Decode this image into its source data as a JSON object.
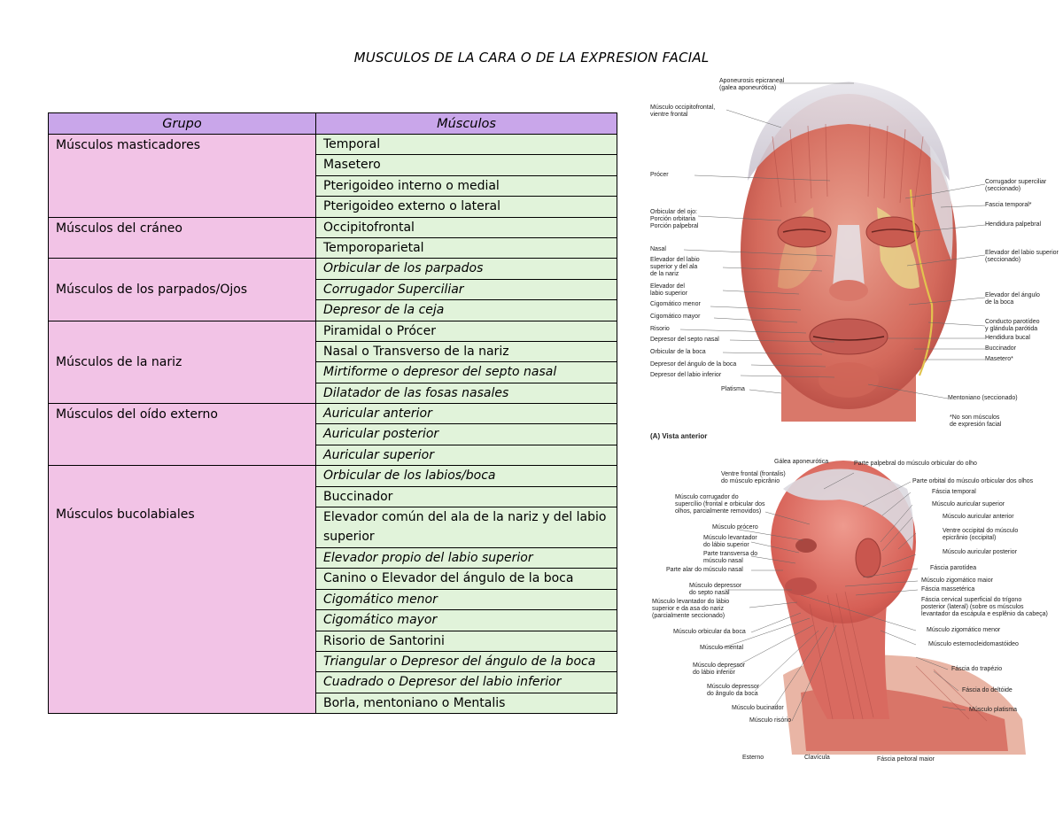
{
  "document": {
    "title": "MUSCULOS DE LA CARA O DE LA EXPRESION FACIAL"
  },
  "table": {
    "headers": [
      "Grupo",
      "Músculos"
    ],
    "groups": [
      {
        "name": "Músculos masticadores",
        "muscles": [
          "Temporal",
          "Masetero",
          "Pterigoideo interno o medial",
          "Pterigoideo externo o lateral"
        ]
      },
      {
        "name": "Músculos del cráneo",
        "muscles": [
          "Occipitofrontal",
          "Temporoparietal"
        ]
      },
      {
        "name": "Músculos de los parpados/Ojos",
        "muscles": [
          "Orbicular de los parpados",
          "Corrugador Superciliar",
          "Depresor de la ceja"
        ]
      },
      {
        "name": "Músculos de la nariz",
        "muscles": [
          "Piramidal o Prócer",
          "Nasal o Transverso de la nariz",
          "Mirtiforme o depresor del septo nasal",
          "Dilatador de las fosas nasales"
        ]
      },
      {
        "name": "Músculos del oído externo",
        "muscles": [
          "Auricular anterior",
          "Auricular posterior",
          "Auricular superior"
        ]
      },
      {
        "name": "Músculos bucolabiales",
        "muscles": [
          "Orbicular de los labios/boca",
          "Buccinador",
          "Elevador común del ala de la nariz y del labio superior",
          "Elevador propio del labio superior",
          "Canino o Elevador del ángulo de la boca",
          "Cigomático menor",
          "Cigomático mayor",
          "Risorio de Santorini",
          "Triangular o Depresor del ángulo de la boca",
          "Cuadrado o Depresor del labio inferior",
          "Borla, mentoniano o Mentalis"
        ]
      }
    ]
  },
  "figure_a": {
    "caption": "(A) Vista anterior",
    "labels_left": [
      "Músculo occipitofrontal,\nvientre frontal",
      "Prócer",
      "Orbicular del ojo:\nPorción orbitaria\nPorción palpebral",
      "Nasal",
      "Elevador del labio\nsuperior y del ala\nde la nariz",
      "Elevador del\nlabio superior",
      "Cigomático menor",
      "Cigomático mayor",
      "Risorio",
      "Depresor del septo nasal",
      "Orbicular de la boca",
      "Depresor del ángulo de la boca",
      "Depresor del labio inferior",
      "Platisma"
    ],
    "labels_right": [
      "Aponeurosis epicraneal\n(galea aponeurótica)",
      "Corrugador superciliar\n(seccionado)",
      "Fascia temporal*",
      "Hendidura palpebral",
      "Elevador del labio superior\n(seccionado)",
      "Elevador del ángulo\nde la boca",
      "Conducto parotídeo\ny glándula parótida",
      "Hendidura bucal",
      "Buccinador",
      "Masetero*",
      "Mentoniano (seccionado)",
      "*No son músculos\nde expresión facial"
    ]
  },
  "figure_b": {
    "labels_top": [
      "Gálea aponeurótica",
      "Parte palpebral do músculo orbicular do olho",
      "Ventre frontal (frontalis)\ndo músculo epicrânio"
    ],
    "labels_left": [
      "Músculo corrugador do\nsupercílio (frontal e orbicular dos\nolhos, parcialmente removidos)",
      "Músculo prócero",
      "Músculo levantador\ndo lábio superior",
      "Parte transversa do\nmúsculo nasal",
      "Parte alar do músculo nasal",
      "Músculo depressor\ndo septo nasal",
      "Músculo levantador do lábio\nsuperior e da asa do nariz\n(parcialmente seccionado)",
      "Músculo orbicular da boca",
      "Músculo mental",
      "Músculo depressor\ndo lábio inferior",
      "Músculo depressor\ndo ângulo da boca",
      "Músculo bucinador",
      "Músculo risório",
      "Esterno",
      "Clavícula",
      "Fáscia peitoral maior"
    ],
    "labels_right": [
      "Parte orbital do músculo orbicular dos olhos",
      "Fáscia temporal",
      "Músculo auricular superior",
      "Músculo auricular anterior",
      "Ventre occipital do músculo\nepicrânio (occipital)",
      "Músculo auricular posterior",
      "Fáscia parotídea",
      "Músculo zigomático maior",
      "Fáscia massetérica",
      "Fáscia cervical superficial do trígono\nposterior (lateral) (sobre os músculos\nlevantador da escápula e esplênio da cabeça)",
      "Músculo zigomático menor",
      "Músculo esternocleidomastóideo",
      "Fáscia do trapézio",
      "Fáscia do deltóide",
      "Músculo platisma"
    ]
  }
}
